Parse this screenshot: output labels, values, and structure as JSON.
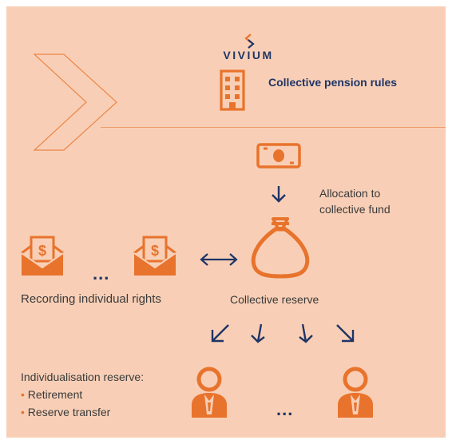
{
  "colors": {
    "background": "#f8cfb6",
    "accent": "#e8732c",
    "navy": "#1f3566",
    "text": "#3a3a3a"
  },
  "brand": {
    "name": "VIVIUM",
    "logo_icon": "chevron-logo-icon"
  },
  "header": {
    "title": "Collective pension rules",
    "icon": "office-building-icon"
  },
  "flow": {
    "money_icon": "banknote-icon",
    "allocation_label": "Allocation to\ncollective fund",
    "collective_reserve_label": "Collective reserve",
    "collective_reserve_icon": "money-bag-icon",
    "recording_label": "Recording individual rights",
    "recording_icon": "envelope-dollar-icon",
    "ellipsis": "...",
    "individualisation": {
      "title": "Individualisation reserve:",
      "items": [
        "Retirement",
        "Reserve transfer"
      ]
    },
    "person_icon": "person-icon"
  }
}
